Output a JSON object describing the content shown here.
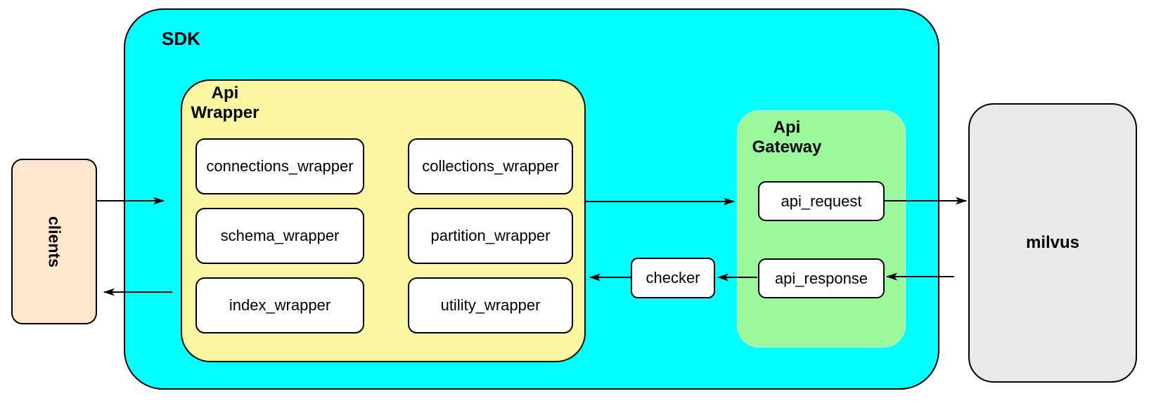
{
  "diagram": {
    "clients": {
      "label": "clients"
    },
    "sdk": {
      "label": "SDK"
    },
    "api_wrapper": {
      "title": {
        "line1": "Api",
        "line2": "Wrapper"
      },
      "items": [
        {
          "label": "connections_wrapper"
        },
        {
          "label": "collections_wrapper"
        },
        {
          "label": "schema_wrapper"
        },
        {
          "label": "partition_wrapper"
        },
        {
          "label": "index_wrapper"
        },
        {
          "label": "utility_wrapper"
        }
      ]
    },
    "checker": {
      "label": "checker"
    },
    "api_gateway": {
      "title": {
        "line1": "Api",
        "line2": "Gateway"
      },
      "items": [
        {
          "label": "api_request"
        },
        {
          "label": "api_response"
        }
      ]
    },
    "milvus": {
      "label": "milvus"
    },
    "colors": {
      "sdk_fill": "#00FFFF",
      "api_wrapper_fill": "#FAF6A2",
      "api_gateway_fill": "#9BF99B",
      "clients_fill": "#FFE6CC",
      "milvus_fill": "#E9E9E9",
      "node_fill": "#FFFFFF",
      "stroke": "#000000"
    }
  }
}
